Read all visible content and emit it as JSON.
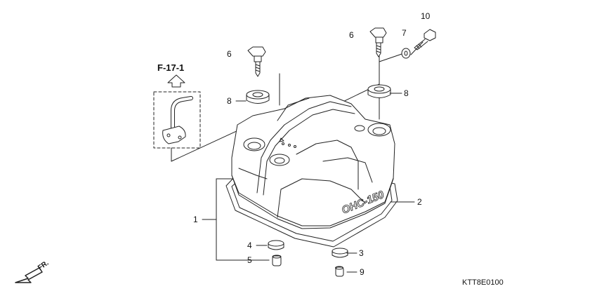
{
  "diagram": {
    "reference": "F-17-1",
    "direction_label": "FR.",
    "drawing_code": "KTT8E0100",
    "cover_marking": "OHC-150",
    "callouts": [
      "1",
      "2",
      "3",
      "4",
      "5",
      "6",
      "6",
      "7",
      "8",
      "8",
      "9",
      "10"
    ]
  },
  "colors": {
    "ink": "#222222",
    "fill": "#ffffff"
  }
}
